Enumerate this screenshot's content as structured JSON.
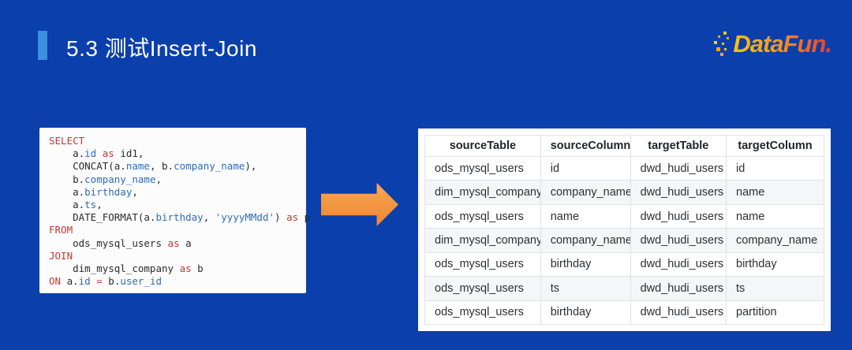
{
  "slide": {
    "title": "5.3 测试Insert-Join",
    "background_color": "#0B3FAC",
    "accent_color": "#3D8FE0"
  },
  "logo": {
    "text": "DataFun.",
    "gradient": [
      "#FFC40C",
      "#F7971E",
      "#EF3B24"
    ]
  },
  "code_block": {
    "background": "#FCFCFD",
    "token_colors": {
      "kw": "#C03A32",
      "id": "#2E6DB5",
      "str": "#2E6DB5",
      "plain": "#2B2B2B"
    },
    "lines": [
      [
        [
          "kw",
          "SELECT"
        ]
      ],
      [
        [
          "plain",
          "    a."
        ],
        [
          "id",
          "id"
        ],
        [
          "plain",
          " "
        ],
        [
          "kw",
          "as"
        ],
        [
          "plain",
          " id1,"
        ]
      ],
      [
        [
          "plain",
          "    CONCAT(a."
        ],
        [
          "id",
          "name"
        ],
        [
          "plain",
          ", b."
        ],
        [
          "id",
          "company_name"
        ],
        [
          "plain",
          "),"
        ]
      ],
      [
        [
          "plain",
          "    b."
        ],
        [
          "id",
          "company_name"
        ],
        [
          "plain",
          ","
        ]
      ],
      [
        [
          "plain",
          "    a."
        ],
        [
          "id",
          "birthday"
        ],
        [
          "plain",
          ","
        ]
      ],
      [
        [
          "plain",
          "    a."
        ],
        [
          "id",
          "ts"
        ],
        [
          "plain",
          ","
        ]
      ],
      [
        [
          "plain",
          "    DATE_FORMAT(a."
        ],
        [
          "id",
          "birthday"
        ],
        [
          "plain",
          ", "
        ],
        [
          "str",
          "'yyyyMMdd'"
        ],
        [
          "plain",
          ") "
        ],
        [
          "kw",
          "as"
        ],
        [
          "plain",
          " p"
        ]
      ],
      [
        [
          "kw",
          "FROM"
        ]
      ],
      [
        [
          "plain",
          "    ods_mysql_users "
        ],
        [
          "kw",
          "as"
        ],
        [
          "plain",
          " a"
        ]
      ],
      [
        [
          "kw",
          "JOIN"
        ]
      ],
      [
        [
          "plain",
          "    dim_mysql_company "
        ],
        [
          "kw",
          "as"
        ],
        [
          "plain",
          " b"
        ]
      ],
      [
        [
          "kw",
          "ON"
        ],
        [
          "plain",
          " a."
        ],
        [
          "id",
          "id"
        ],
        [
          "plain",
          " "
        ],
        [
          "kw",
          "="
        ],
        [
          "plain",
          " b."
        ],
        [
          "id",
          "user_id"
        ]
      ]
    ]
  },
  "arrow": {
    "direction": "right",
    "color_top": "#F9A85C",
    "color_bottom": "#ED8730"
  },
  "mapping_table": {
    "headers": [
      "sourceTable",
      "sourceColumn",
      "targetTable",
      "targetColumn"
    ],
    "rows": [
      [
        "ods_mysql_users",
        "id",
        "dwd_hudi_users",
        "id"
      ],
      [
        "dim_mysql_company",
        "company_name",
        "dwd_hudi_users",
        "name"
      ],
      [
        "ods_mysql_users",
        "name",
        "dwd_hudi_users",
        "name"
      ],
      [
        "dim_mysql_company",
        "company_name",
        "dwd_hudi_users",
        "company_name"
      ],
      [
        "ods_mysql_users",
        "birthday",
        "dwd_hudi_users",
        "birthday"
      ],
      [
        "ods_mysql_users",
        "ts",
        "dwd_hudi_users",
        "ts"
      ],
      [
        "ods_mysql_users",
        "birthday",
        "dwd_hudi_users",
        "partition"
      ]
    ]
  }
}
